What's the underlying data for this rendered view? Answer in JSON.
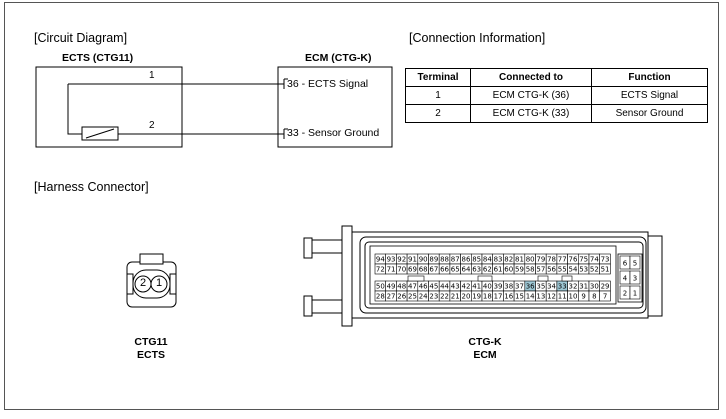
{
  "circuit": {
    "section_title": "[Circuit Diagram]",
    "left_box_title": "ECTS (CTG11)",
    "right_box_title": "ECM (CTG-K)",
    "wire1_number": "1",
    "wire2_number": "2",
    "pin1_label": "36 - ECTS Signal",
    "pin2_label": "33 - Sensor Ground"
  },
  "connection": {
    "section_title": "[Connection Information]",
    "headers": [
      "Terminal",
      "Connected to",
      "Function"
    ],
    "rows": [
      [
        "1",
        "ECM CTG-K (36)",
        "ECTS Signal"
      ],
      [
        "2",
        "ECM CTG-K (33)",
        "Sensor Ground"
      ]
    ]
  },
  "harness": {
    "section_title": "[Harness Connector]",
    "ctg11": {
      "code": "CTG11",
      "name": "ECTS",
      "pins": [
        "2",
        "1"
      ]
    },
    "ctgk": {
      "code": "CTG-K",
      "name": "ECM",
      "row1": [
        "94",
        "93",
        "92",
        "91",
        "90",
        "89",
        "88",
        "87",
        "86",
        "85",
        "84",
        "83",
        "82",
        "81",
        "80",
        "79",
        "78",
        "77",
        "76",
        "75",
        "74",
        "73"
      ],
      "row2": [
        "72",
        "71",
        "70",
        "69",
        "68",
        "67",
        "66",
        "65",
        "64",
        "63",
        "62",
        "61",
        "60",
        "59",
        "58",
        "57",
        "56",
        "55",
        "54",
        "53",
        "52",
        "51"
      ],
      "row3": [
        "50",
        "49",
        "48",
        "47",
        "46",
        "45",
        "44",
        "43",
        "42",
        "41",
        "40",
        "39",
        "38",
        "37",
        "36",
        "35",
        "34",
        "33",
        "32",
        "31",
        "30",
        "29"
      ],
      "row4": [
        "28",
        "27",
        "26",
        "25",
        "24",
        "23",
        "22",
        "21",
        "20",
        "19",
        "18",
        "17",
        "16",
        "15",
        "14",
        "13",
        "12",
        "11",
        "10",
        "9",
        "8",
        "7"
      ],
      "highlighted": [
        "36",
        "33"
      ],
      "highlight_color": "#9fc9d6",
      "side_block": [
        [
          "6",
          "5"
        ],
        [
          "4",
          "3"
        ],
        [
          "2",
          "1"
        ]
      ]
    }
  }
}
